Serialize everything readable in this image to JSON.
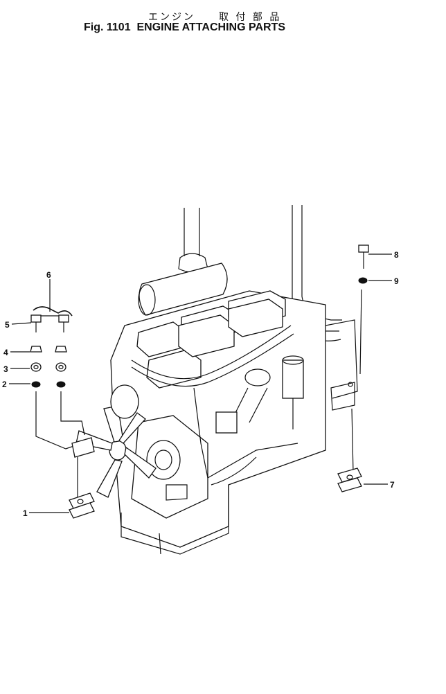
{
  "header": {
    "title_jp": "エンジン　　取 付 部 品",
    "fig_label": "Fig. 1101",
    "title_en": "ENGINE ATTACHING PARTS"
  },
  "callouts": [
    {
      "num": "1"
    },
    {
      "num": "2"
    },
    {
      "num": "3"
    },
    {
      "num": "4"
    },
    {
      "num": "5"
    },
    {
      "num": "6"
    },
    {
      "num": "7"
    },
    {
      "num": "8"
    },
    {
      "num": "9"
    }
  ]
}
